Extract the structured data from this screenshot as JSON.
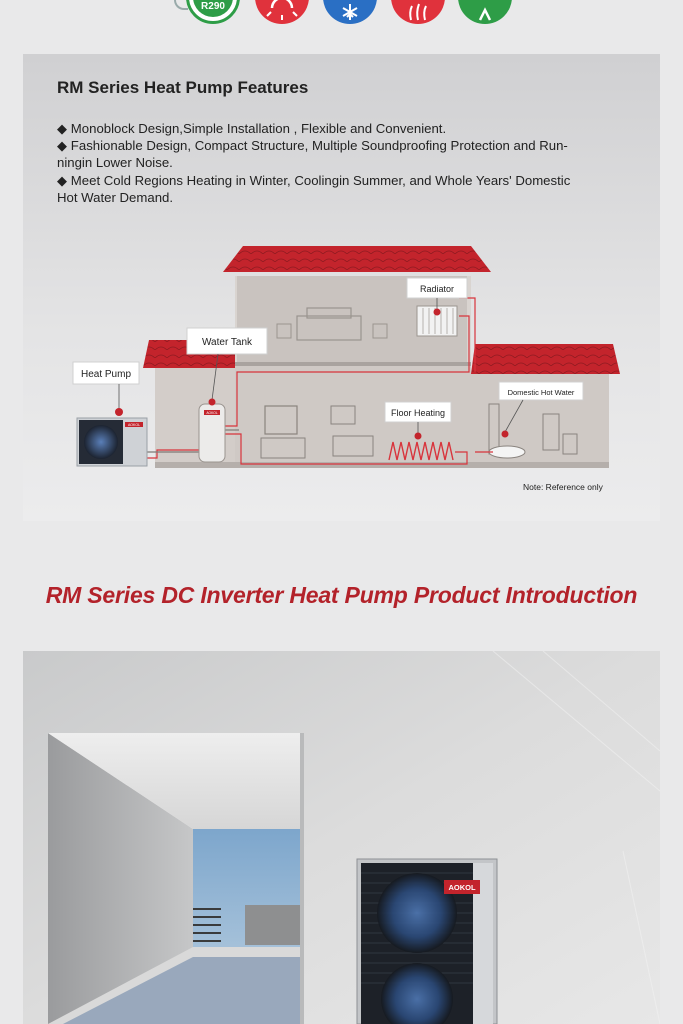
{
  "icons": {
    "refrigerant_badge": "R290",
    "items": [
      {
        "name": "refrigerant-r290-icon",
        "color": "#2e9d47"
      },
      {
        "name": "heating-sun-icon",
        "color": "#e0323c"
      },
      {
        "name": "cooling-snowflake-icon",
        "color": "#2a6fc4"
      },
      {
        "name": "hot-water-icon",
        "color": "#e0323c"
      },
      {
        "name": "eco-green-icon",
        "color": "#2e9d47"
      }
    ]
  },
  "features": {
    "title": "RM Series Heat Pump Features",
    "bullets": [
      "◆ Monoblock Design,Simple Installation , Flexible and Convenient.",
      "◆ Fashionable Design, Compact Structure, Multiple Soundproofing Protection and Run-ningin Lower Noise.",
      "◆ Meet Cold Regions Heating in Winter, Coolingin Summer, and Whole Years' Domestic Hot Water Demand."
    ],
    "bullet_lines": [
      "◆ Monoblock Design,Simple Installation , Flexible and Convenient.",
      "◆ Fashionable Design, Compact Structure, Multiple Soundproofing Protection and Run-",
      "ningin Lower Noise.",
      "◆ Meet Cold Regions Heating in Winter, Coolingin Summer, and Whole Years' Domestic",
      "Hot Water Demand."
    ],
    "diagram_labels": {
      "heat_pump": "Heat Pump",
      "water_tank": "Water Tank",
      "radiator": "Radiator",
      "floor_heating": "Floor Heating",
      "domestic_hot_water": "Domestic Hot Water"
    },
    "brand_small": "AOKOL",
    "note": "Note: Reference only"
  },
  "intro": {
    "heading": "RM Series DC Inverter Heat Pump Product Introduction",
    "brand": "AOKOL"
  },
  "colors": {
    "accent_red": "#b3222a",
    "roof_red": "#c3242c",
    "pipe_red": "#d8343c"
  }
}
